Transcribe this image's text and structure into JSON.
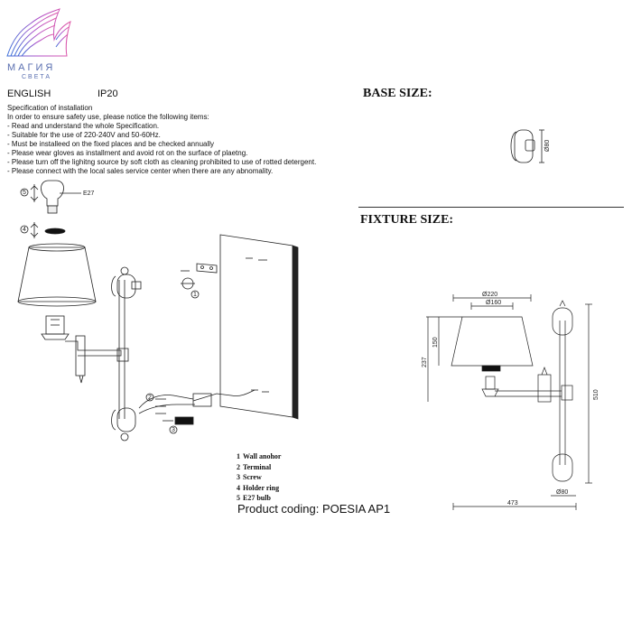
{
  "logo": {
    "name": "МАГИЯ",
    "subtitle": "СВЕТА"
  },
  "header": {
    "language": "ENGLISH",
    "ip_rating": "IP20"
  },
  "spec": {
    "title": "Specification of installation",
    "intro": "In order to ensure safety use, please notice the following items:",
    "items": [
      "- Read and understand the whole Specification.",
      "- Suitable for the use of 220-240V and 50-60Hz.",
      "- Must be installeed on the fixed places and be checked annually",
      "- Please wear gloves as installment and avoid rot on the surface of plaetng.",
      "- Please turn off the lighitng source by soft cloth as cleaning prohibited to use of rotted detergent.",
      "- Please connect with the local sales service center when there are any abnomality."
    ]
  },
  "base_size": {
    "title": "BASE SIZE:",
    "diameter": "Ø80"
  },
  "fixture_size": {
    "title": "FIXTURE SIZE:",
    "shade_top": "Ø220",
    "shade_inner": "Ø160",
    "shade_height": "150",
    "total_height_shade": "237",
    "total_height": "510",
    "width": "473",
    "base_diameter": "Ø80"
  },
  "bulb_label": "E27",
  "callouts": [
    "5",
    "4",
    "1",
    "2",
    "3"
  ],
  "legend": [
    {
      "num": "1",
      "label": "Wall anohor"
    },
    {
      "num": "2",
      "label": "Terminal"
    },
    {
      "num": "3",
      "label": "Screw"
    },
    {
      "num": "4",
      "label": "Holder ring"
    },
    {
      "num": "5",
      "label": "E27 bulb"
    }
  ],
  "product": {
    "coding": "Product coding: POESIA AP1"
  }
}
